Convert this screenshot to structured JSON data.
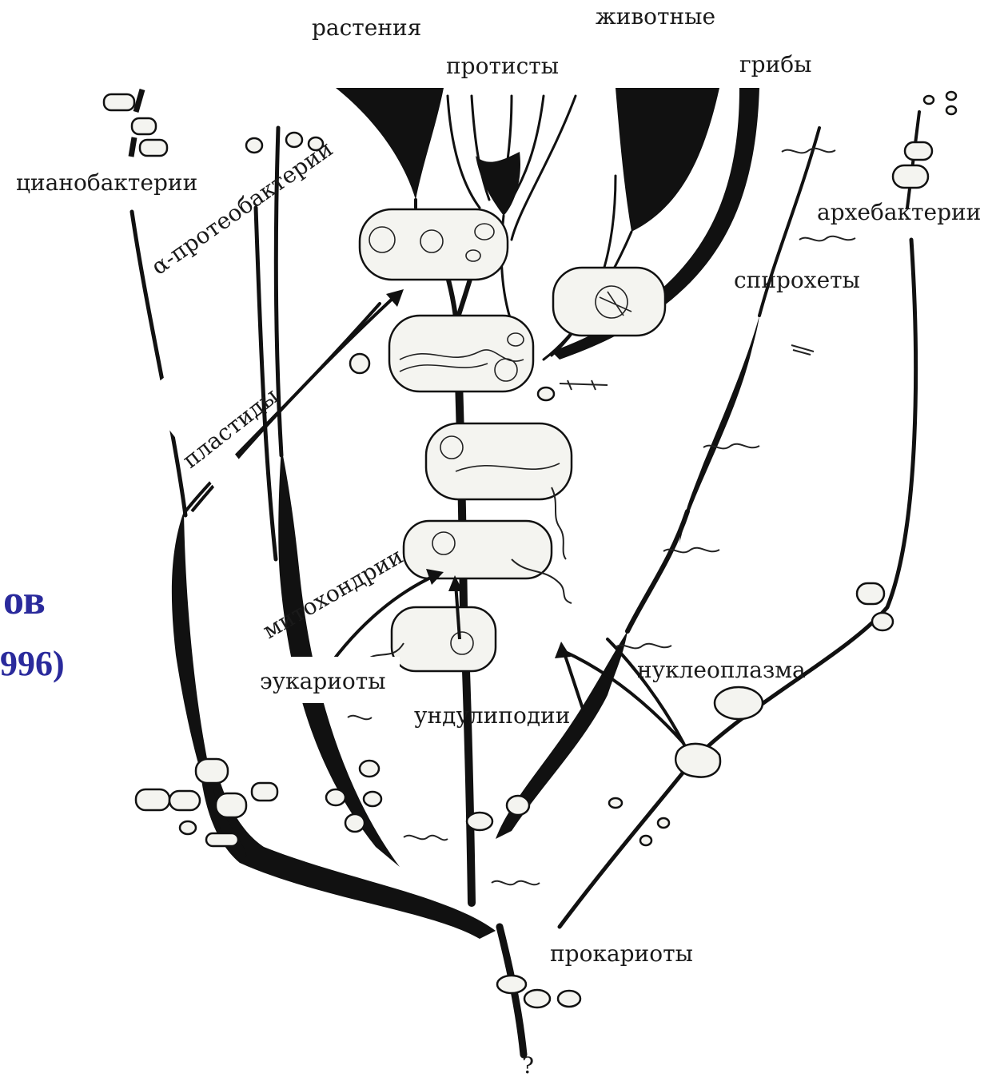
{
  "diagram": {
    "top_labels": {
      "plants": "растения",
      "animals": "животные",
      "protists": "протисты",
      "fungi": "грибы"
    },
    "side_labels": {
      "cyanobacteria": "цианобактерии",
      "alpha_proteobacteria": "α-протеобактерии",
      "archaebacteria": "архебактерии",
      "spirochetes": "спирохеты",
      "plastids": "пластиды",
      "mitochondria": "митохондрии",
      "eukaryotes": "эукариоты",
      "undulipodia": "ундулиподии",
      "nucleoplasm": "нуклеоплазма",
      "prokaryotes": "прокариоты",
      "question": "?"
    },
    "cut_title": {
      "line1": "ов",
      "line2": "996)"
    },
    "colors": {
      "ink": "#111111",
      "title_blue": "#2a2a9c",
      "paper": "#ffffff"
    }
  }
}
